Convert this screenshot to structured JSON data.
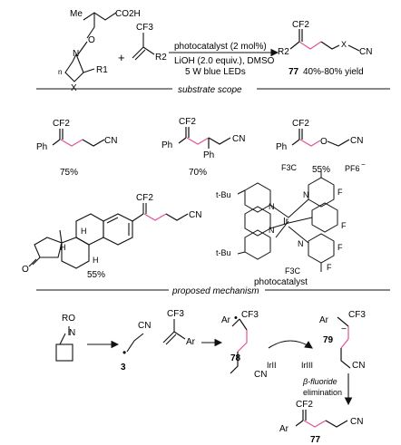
{
  "colors": {
    "ink": "#111111",
    "highlight": "#e0559a",
    "background": "#ffffff"
  },
  "reaction": {
    "conditions": [
      "photocatalyst (2 mol%)",
      "LiOH (2.0 equiv.), DMSO",
      "5 W blue LEDs"
    ],
    "yield_label": "40%-80% yield",
    "product_number": "77",
    "substrate_labels": {
      "me": "Me",
      "co2h": "CO2H",
      "o": "O",
      "n": "N",
      "n_sub": "n",
      "x": "X",
      "r1": "R1",
      "cf3": "CF3",
      "r2": "R2",
      "cf2": "CF2",
      "cn": "CN",
      "plus": "+"
    }
  },
  "sections": {
    "substrate_scope": "substrate scope",
    "proposed_mechanism": "proposed mechanism"
  },
  "examples": [
    {
      "yield": "75%",
      "ph": "Ph",
      "cf2": "CF2",
      "cn": "CN"
    },
    {
      "yield": "70%",
      "ph": "Ph",
      "cf2": "CF2",
      "cn": "CN",
      "ph2": "Ph"
    },
    {
      "yield": "55%",
      "ph": "Ph",
      "cf2": "CF2",
      "cn": "CN",
      "o": "O"
    },
    {
      "yield": "55%",
      "cf2": "CF2",
      "cn": "CN",
      "h": "H",
      "o": "O"
    }
  ],
  "catalyst": {
    "label": "photocatalyst",
    "tbu": "t-Bu",
    "cf3": "F3C",
    "pf6": "PF6",
    "ir": "Ir",
    "n": "N",
    "f": "F"
  },
  "mechanism": {
    "ro": "RO",
    "n": "N",
    "cn": "CN",
    "cf3": "CF3",
    "ar": "Ar",
    "compound_3": "3",
    "compound_78": "78",
    "compound_79": "79",
    "compound_77": "77",
    "ir_ii": "IrII",
    "ir_iii": "IrIII",
    "elimination": [
      "β-fluoride",
      "elimination"
    ],
    "cf2": "CF2"
  }
}
